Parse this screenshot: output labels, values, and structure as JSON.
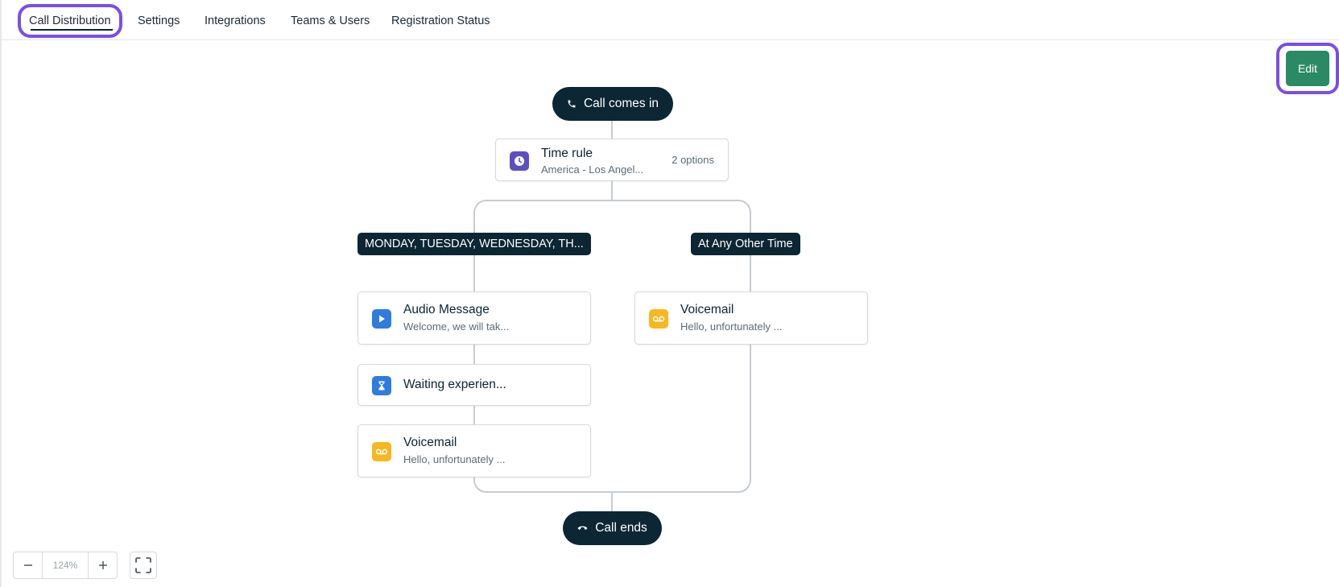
{
  "tabs": [
    {
      "label": "Call Distribution",
      "active": true
    },
    {
      "label": "Settings"
    },
    {
      "label": "Integrations"
    },
    {
      "label": "Teams & Users"
    },
    {
      "label": "Registration Status"
    }
  ],
  "edit_label": "Edit",
  "flow": {
    "start": {
      "label": "Call comes in",
      "icon": "phone-icon"
    },
    "time_rule": {
      "title": "Time rule",
      "subtitle": "America - Los Angel...",
      "meta": "2 options",
      "icon": "clock-icon"
    },
    "branches": {
      "left_label": "MONDAY, TUESDAY, WEDNESDAY, TH...",
      "right_label": "At Any Other Time"
    },
    "left_steps": [
      {
        "title": "Audio Message",
        "subtitle": "Welcome, we will tak...",
        "icon": "play-icon"
      },
      {
        "title": "Waiting experien...",
        "icon": "hourglass-icon"
      },
      {
        "title": "Voicemail",
        "subtitle": "Hello, unfortunately ...",
        "icon": "voicemail-icon"
      }
    ],
    "right_steps": [
      {
        "title": "Voicemail",
        "subtitle": "Hello, unfortunately ...",
        "icon": "voicemail-icon"
      }
    ],
    "end": {
      "label": "Call ends",
      "icon": "hangup-icon"
    }
  },
  "zoom": {
    "level": "124%",
    "minus": "−",
    "plus": "+"
  },
  "colors": {
    "accent_ring": "#7b4de6",
    "edit_button": "#2b8a66",
    "pill_dark": "#0c2633",
    "clock_icon": "#5b4fc4",
    "play_icon": "#2f7be0",
    "hourglass_icon": "#2f7be0",
    "voicemail_icon": "#f6b820"
  }
}
